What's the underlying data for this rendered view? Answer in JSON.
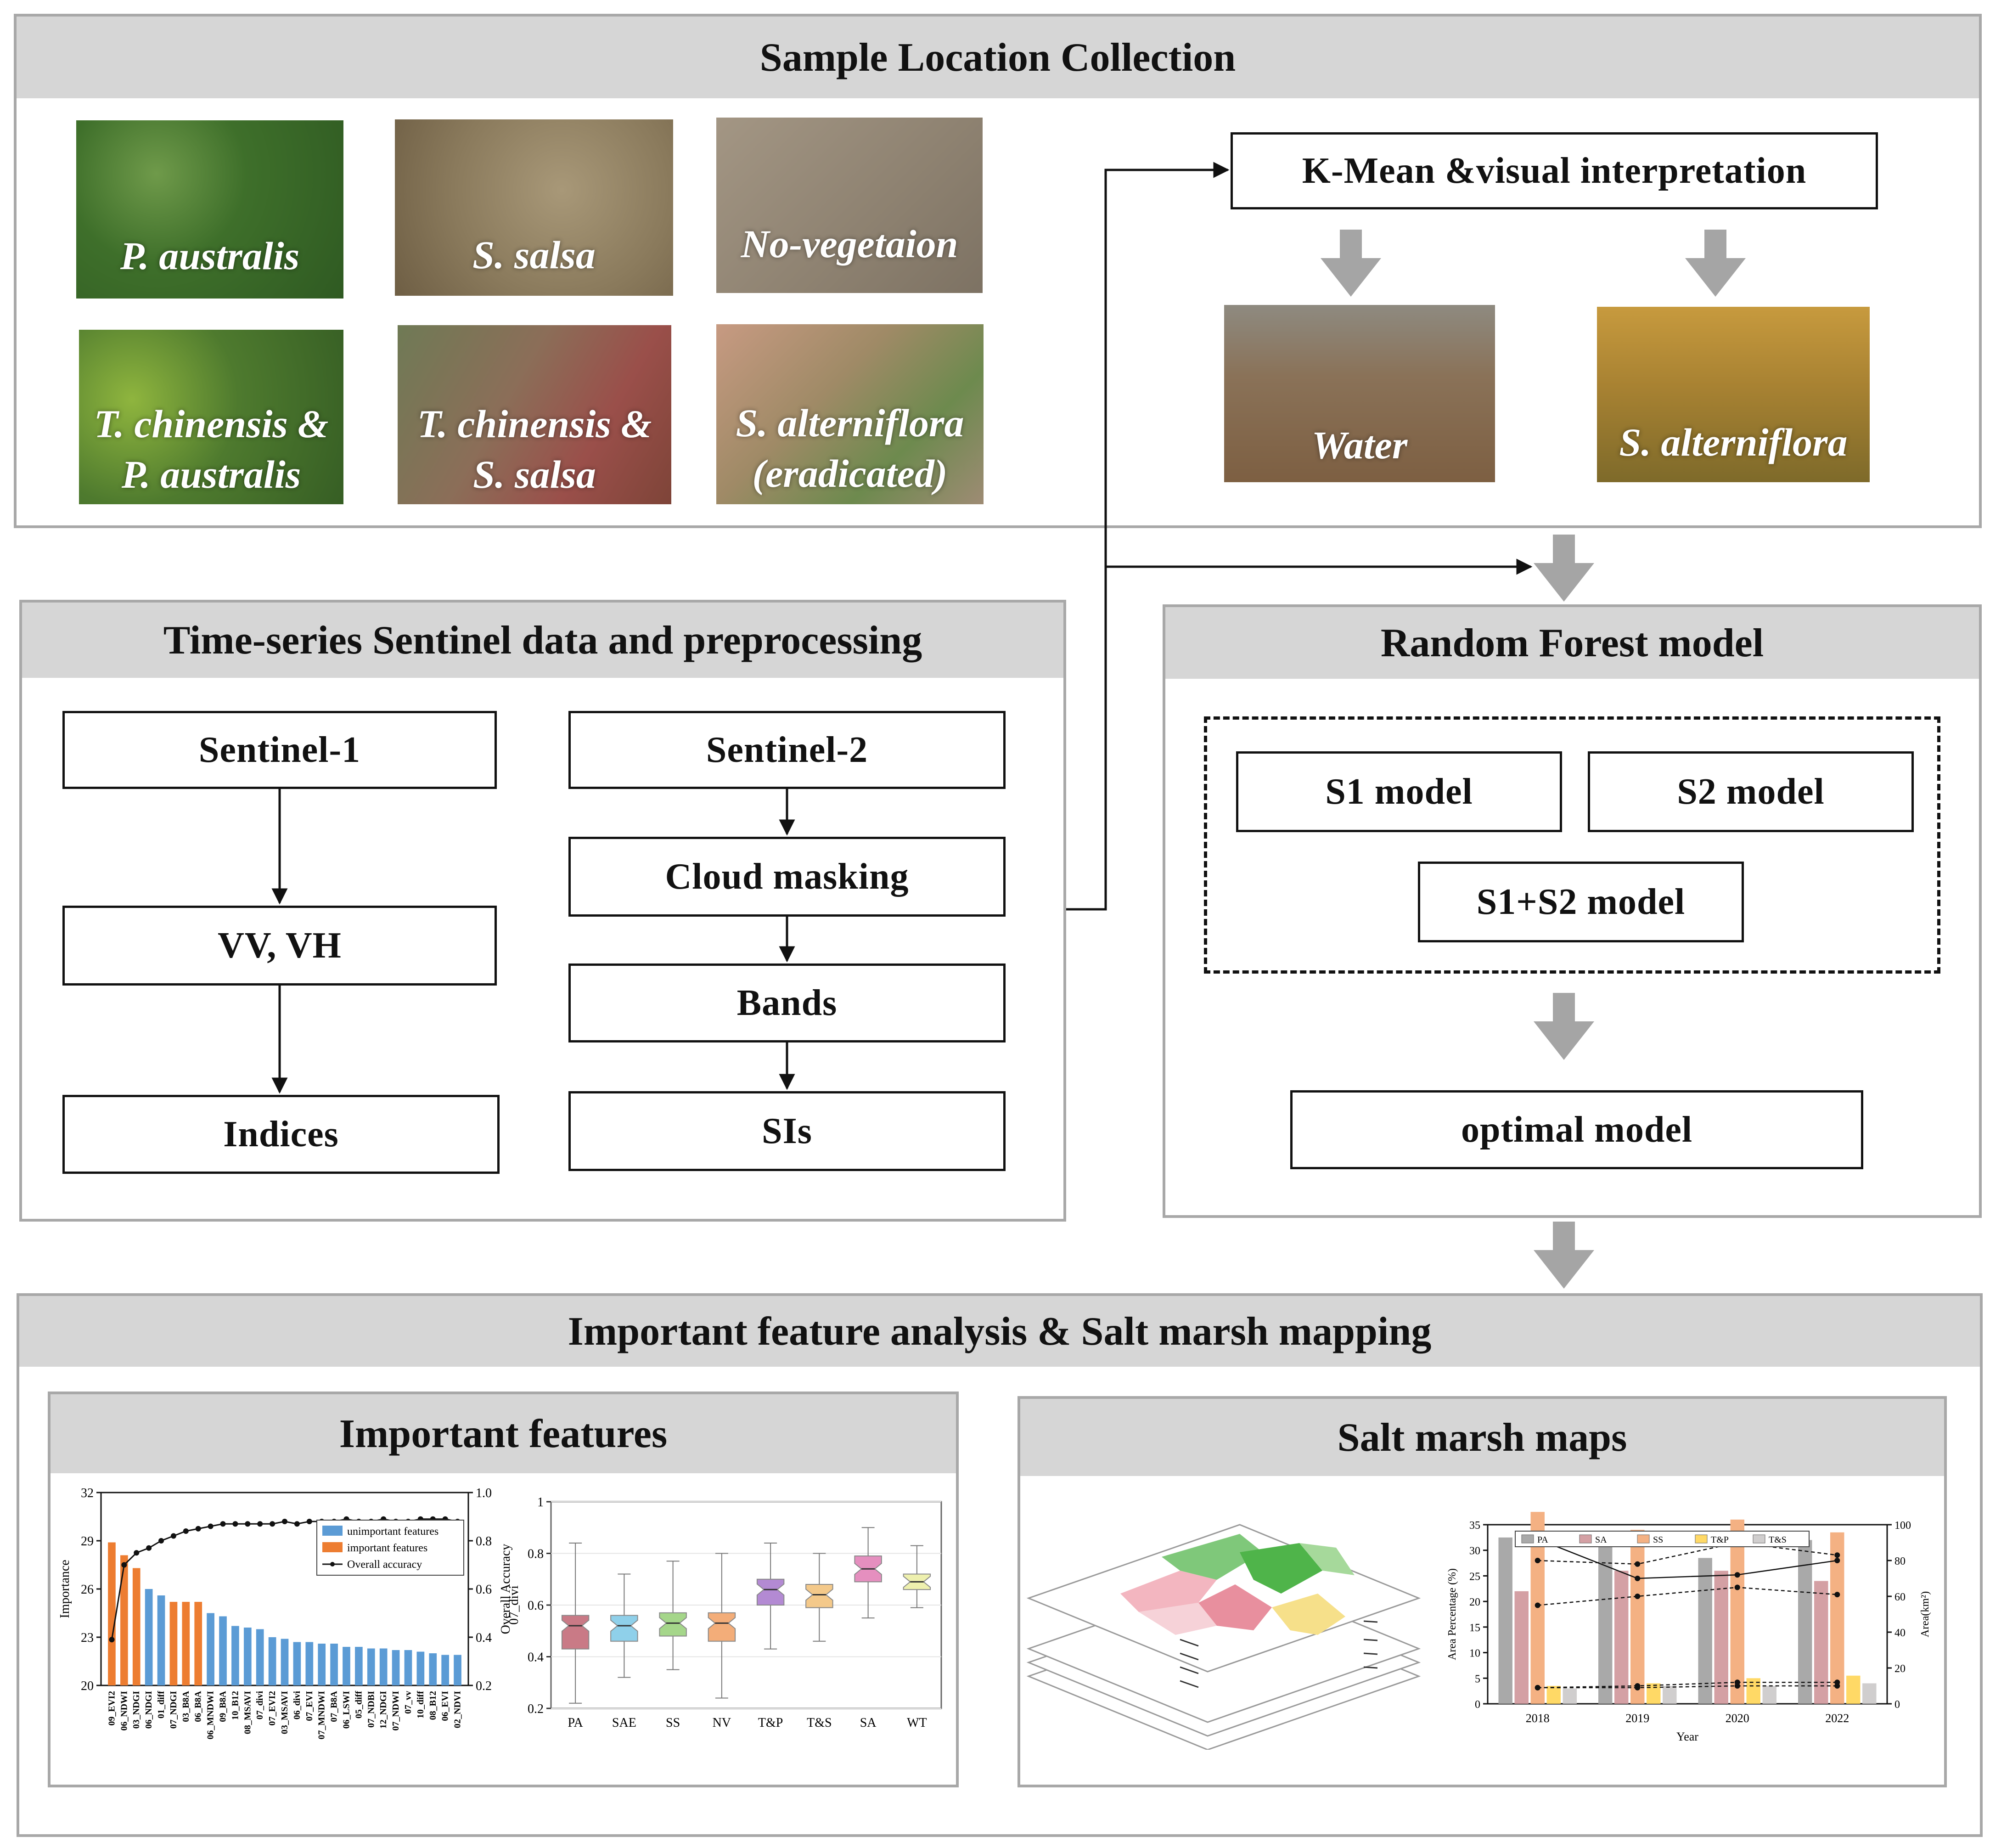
{
  "sample": {
    "title": "Sample Location Collection",
    "photos": [
      {
        "line1": "P. australis",
        "line2": ""
      },
      {
        "line1": "S. salsa",
        "line2": ""
      },
      {
        "line1": "No-vegetaion",
        "line2": ""
      },
      {
        "line1": "T. chinensis &",
        "line2": "P. australis"
      },
      {
        "line1": "T. chinensis &",
        "line2": "S. salsa"
      },
      {
        "line1": "S. alterniflora",
        "line2": "(eradicated)"
      }
    ],
    "kmean_label": "K-Mean &visual interpretation",
    "water_label": "Water",
    "sa_label": "S. alterniflora"
  },
  "timeseries": {
    "title": "Time-series Sentinel data and preprocessing",
    "s1": "Sentinel-1",
    "vvvh": "VV, VH",
    "indices": "Indices",
    "s2": "Sentinel-2",
    "cloud": "Cloud masking",
    "bands": "Bands",
    "sis": "SIs"
  },
  "rf": {
    "title": "Random Forest model",
    "s1model": "S1 model",
    "s2model": "S2 model",
    "s1s2model": "S1+S2 model",
    "optimal": "optimal model"
  },
  "analysis": {
    "title": "Important feature analysis & Salt marsh mapping",
    "features_title": "Important features",
    "maps_title": "Salt marsh maps"
  },
  "colors": {
    "important": "#ed7d31",
    "unimportant": "#5b9bd5",
    "arrow": "#a5a5a5",
    "header_bg": "#d6d6d6"
  },
  "chart_data": [
    {
      "type": "bar",
      "ylabel": "Importance",
      "y2label": "Overall Accuracy",
      "ylim": [
        20,
        32
      ],
      "yticks": [
        20,
        23,
        26,
        29,
        32
      ],
      "y2lim": [
        0.2,
        1.0
      ],
      "y2ticks": [
        "0.2",
        "0.4",
        "0.6",
        "0.8",
        "1.0"
      ],
      "categories": [
        "09_EVI2",
        "06_NDWI",
        "03_NDGI",
        "06_NDGI",
        "01_diff",
        "07_NDGI",
        "03_B8A",
        "06_B8A",
        "06_MNDWI",
        "09_B8A",
        "10_B12",
        "08_MSAVI",
        "07_divi",
        "07_EVI2",
        "03_MSAVI",
        "06_divi",
        "07_EVI",
        "07_MNDWI",
        "07_B8A",
        "06_LSWI",
        "05_diff",
        "07_NDBI",
        "12_NDGI",
        "07_NDWI",
        "07_vv",
        "10_diff",
        "08_B12",
        "06_EVI",
        "02_NDVI"
      ],
      "values": [
        28.9,
        28.1,
        27.3,
        26.0,
        25.6,
        25.2,
        25.2,
        25.2,
        24.5,
        24.3,
        23.7,
        23.6,
        23.5,
        23.0,
        22.9,
        22.7,
        22.7,
        22.6,
        22.6,
        22.4,
        22.4,
        22.3,
        22.3,
        22.2,
        22.2,
        22.1,
        22.0,
        21.9,
        21.9
      ],
      "important": [
        true,
        true,
        true,
        false,
        false,
        true,
        true,
        true,
        false,
        false,
        false,
        false,
        false,
        false,
        false,
        false,
        false,
        false,
        false,
        false,
        false,
        false,
        false,
        false,
        false,
        false,
        false,
        false,
        false
      ],
      "accuracy": [
        0.39,
        0.7,
        0.75,
        0.77,
        0.8,
        0.82,
        0.84,
        0.85,
        0.86,
        0.87,
        0.87,
        0.87,
        0.87,
        0.87,
        0.88,
        0.87,
        0.88,
        0.88,
        0.88,
        0.89,
        0.88,
        0.88,
        0.89,
        0.88,
        0.88,
        0.89,
        0.89,
        0.89,
        0.88
      ],
      "legend": [
        "unimportant features",
        "important features",
        "Overall accuracy"
      ],
      "legend_position": "top-right"
    },
    {
      "type": "box",
      "ylabel": "07_divi",
      "ylim": [
        0.2,
        1.0
      ],
      "yticks": [
        "0.2",
        "0.4",
        "0.6",
        "0.8",
        "1"
      ],
      "categories": [
        "PA",
        "SAE",
        "SS",
        "NV",
        "T&P",
        "T&S",
        "SA",
        "WT"
      ],
      "colors": [
        "#c97a86",
        "#8fd0ea",
        "#a5d68a",
        "#f3ad79",
        "#b38ad3",
        "#f4c98a",
        "#e58fbf",
        "#eef0ae"
      ],
      "boxes": [
        {
          "min": 0.22,
          "q1": 0.43,
          "median": 0.52,
          "q3": 0.56,
          "max": 0.84
        },
        {
          "min": 0.32,
          "q1": 0.46,
          "median": 0.52,
          "q3": 0.56,
          "max": 0.72
        },
        {
          "min": 0.35,
          "q1": 0.48,
          "median": 0.53,
          "q3": 0.57,
          "max": 0.77
        },
        {
          "min": 0.24,
          "q1": 0.46,
          "median": 0.53,
          "q3": 0.57,
          "max": 0.8
        },
        {
          "min": 0.43,
          "q1": 0.6,
          "median": 0.66,
          "q3": 0.7,
          "max": 0.84
        },
        {
          "min": 0.46,
          "q1": 0.59,
          "median": 0.64,
          "q3": 0.68,
          "max": 0.8
        },
        {
          "min": 0.55,
          "q1": 0.69,
          "median": 0.74,
          "q3": 0.79,
          "max": 0.9
        },
        {
          "min": 0.59,
          "q1": 0.66,
          "median": 0.69,
          "q3": 0.72,
          "max": 0.83
        }
      ]
    },
    {
      "type": "bar",
      "xlabel": "Year",
      "ylabel": "Area Percentage (%)",
      "y2label": "Area(km²)",
      "ylim": [
        0,
        35
      ],
      "yticks": [
        0,
        5,
        10,
        15,
        20,
        25,
        30,
        35
      ],
      "y2lim": [
        0,
        100
      ],
      "y2ticks": [
        0,
        20,
        40,
        60,
        80,
        100
      ],
      "categories": [
        "2018",
        "2019",
        "2020",
        "2022"
      ],
      "legend": [
        "PA",
        "SA",
        "SS",
        "T&P",
        "T&S"
      ],
      "legend_position": "top",
      "series": [
        {
          "name": "PA",
          "color": "#a9a9a9",
          "values": [
            32.5,
            31,
            28.5,
            32
          ],
          "area": [
            92,
            70,
            72,
            80
          ]
        },
        {
          "name": "SA",
          "color": "#d4a0a4",
          "values": [
            22,
            26,
            26,
            24
          ],
          "area": [
            55,
            60,
            65,
            61
          ]
        },
        {
          "name": "SS",
          "color": "#f4b183",
          "values": [
            37.5,
            34,
            36,
            33.5
          ],
          "area": [
            80,
            78,
            90,
            83
          ]
        },
        {
          "name": "T&P",
          "color": "#ffd966",
          "values": [
            3.5,
            4,
            5,
            5.5
          ],
          "area": [
            9,
            10,
            12,
            12
          ]
        },
        {
          "name": "T&S",
          "color": "#d0cece",
          "values": [
            3,
            3.5,
            3.5,
            4
          ],
          "area": [
            9,
            9,
            10,
            10
          ]
        }
      ]
    }
  ]
}
